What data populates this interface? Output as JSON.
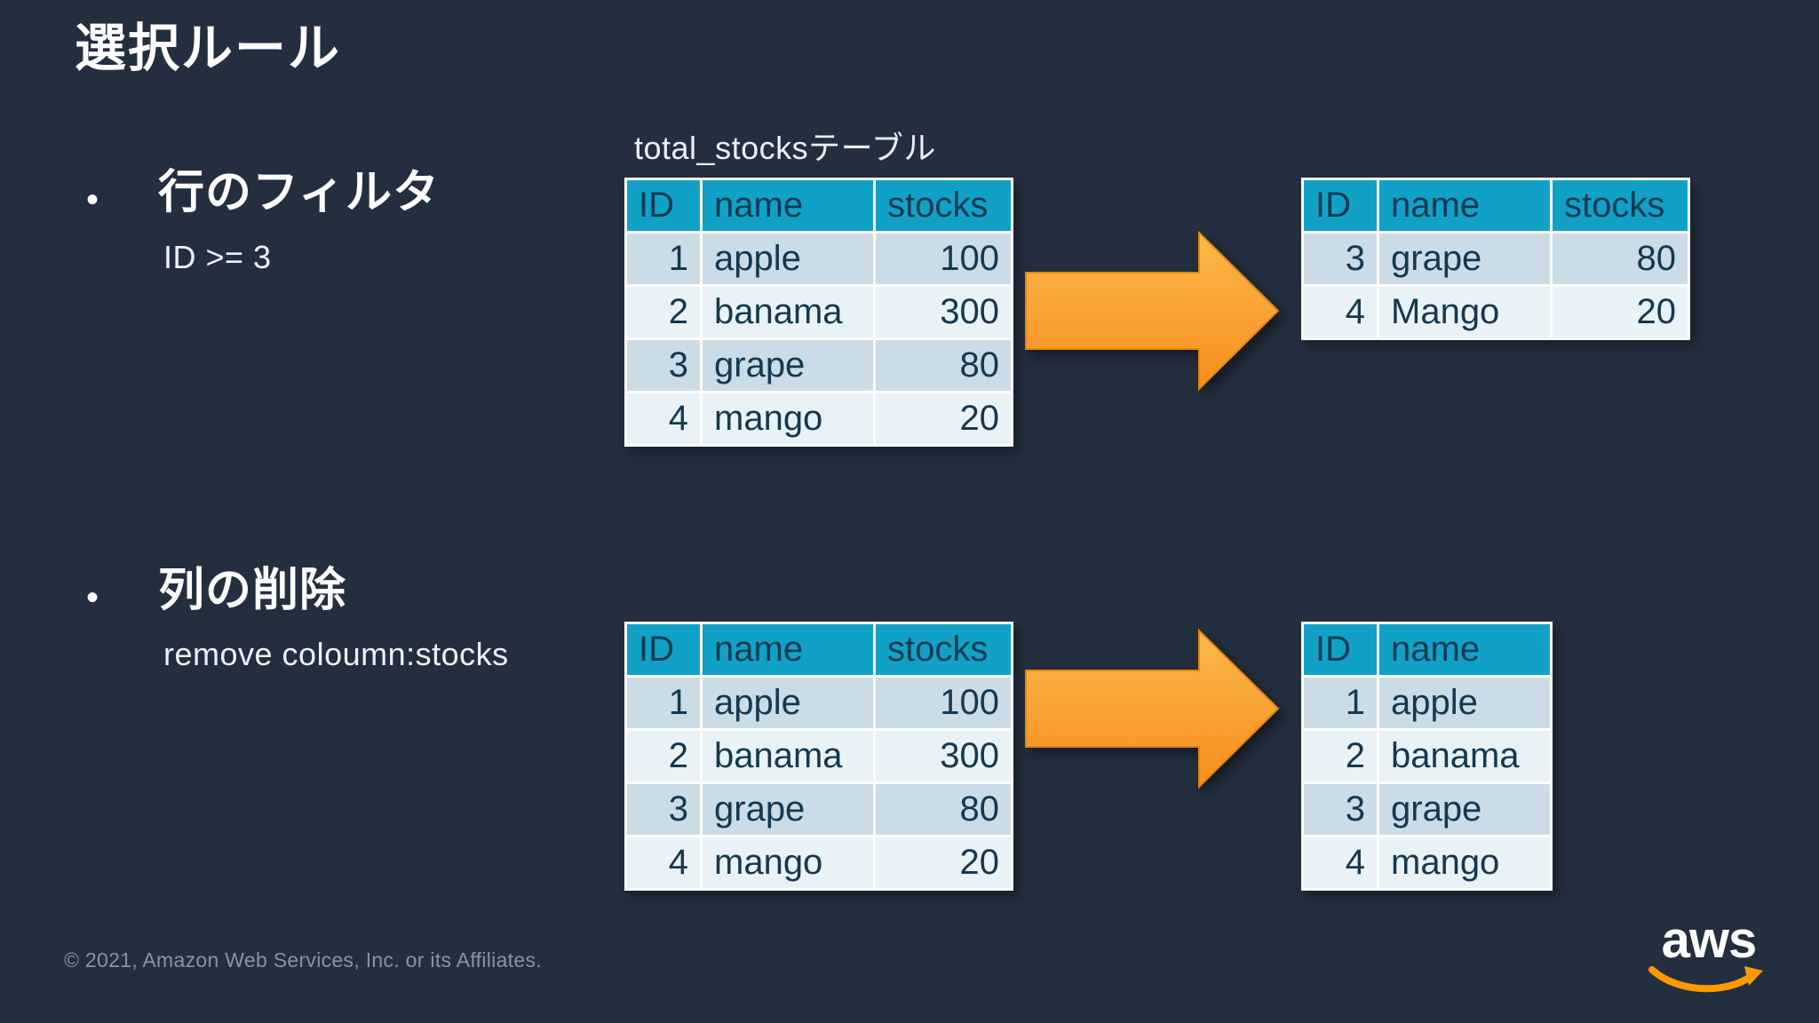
{
  "slide": {
    "title": "選択ルール",
    "bullet_char": "•",
    "footer": "© 2021, Amazon Web Services, Inc. or its Affiliates.",
    "logo": {
      "text": "aws"
    }
  },
  "sections": {
    "row_filter": {
      "heading": "行のフィルタ",
      "detail": "ID >= 3",
      "table_label": "total_stocksテーブル"
    },
    "column_remove": {
      "heading": "列の削除",
      "detail": "remove coloumn:stocks"
    }
  },
  "tables": {
    "source1": {
      "headers": [
        "ID",
        "name",
        "stocks"
      ],
      "rows": [
        [
          "1",
          "apple",
          "100"
        ],
        [
          "2",
          "banama",
          "300"
        ],
        [
          "3",
          "grape",
          "80"
        ],
        [
          "4",
          "mango",
          "20"
        ]
      ]
    },
    "result1": {
      "headers": [
        "ID",
        "name",
        "stocks"
      ],
      "rows": [
        [
          "3",
          "grape",
          "80"
        ],
        [
          "4",
          "Mango",
          "20"
        ]
      ]
    },
    "source2": {
      "headers": [
        "ID",
        "name",
        "stocks"
      ],
      "rows": [
        [
          "1",
          "apple",
          "100"
        ],
        [
          "2",
          "banama",
          "300"
        ],
        [
          "3",
          "grape",
          "80"
        ],
        [
          "4",
          "mango",
          "20"
        ]
      ]
    },
    "result2": {
      "headers": [
        "ID",
        "name"
      ],
      "rows": [
        [
          "1",
          "apple"
        ],
        [
          "2",
          "banama"
        ],
        [
          "3",
          "grape"
        ],
        [
          "4",
          "mango"
        ]
      ]
    }
  },
  "colors": {
    "background": "#232F3E",
    "table_header": "#12A1C6",
    "row_odd": "#CBDCE6",
    "row_even": "#E9F2F7",
    "cell_text": "#15384F",
    "grid_white": "#FFFFFF",
    "arrow_top": "#FCB94B",
    "arrow_bottom": "#F68D1E",
    "aws_orange": "#FF9900",
    "footer_text": "#8A93A1"
  }
}
